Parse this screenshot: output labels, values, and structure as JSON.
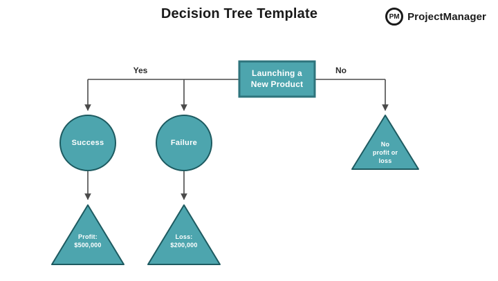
{
  "header": {
    "title": "Decision Tree Template"
  },
  "logo": {
    "monogram": "PM",
    "brand": "ProjectManager"
  },
  "diagram": {
    "root": {
      "label": "Launching a\nNew Product"
    },
    "branches": {
      "yes": "Yes",
      "no": "No"
    },
    "nodes": {
      "success": "Success",
      "failure": "Failure",
      "no_profit_or_loss": "No\nprofit or\nloss",
      "profit_outcome": "Profit:\n$500,000",
      "loss_outcome": "Loss:\n$200,000"
    },
    "colors": {
      "shape_fill": "#4DA5AE",
      "shape_border": "#1D5A60",
      "box_border": "#2E747C",
      "line": "#4a4a4a"
    }
  }
}
